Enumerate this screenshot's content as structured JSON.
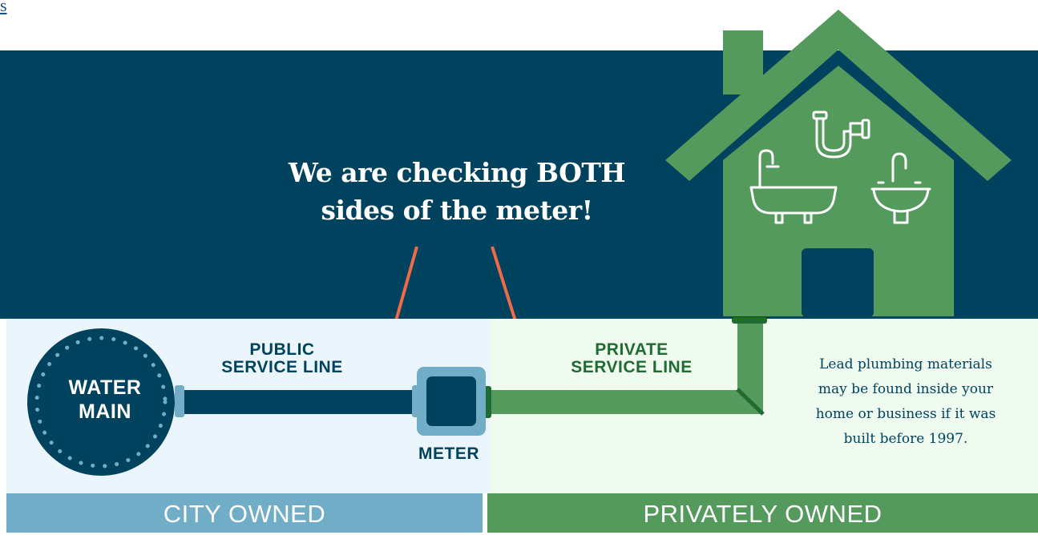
{
  "top_link_fragment": "s",
  "headline": {
    "line1": "We are checking BOTH",
    "line2": "sides of the meter!"
  },
  "water_main": {
    "line1": "WATER",
    "line2": "MAIN"
  },
  "public_line": {
    "line1": "PUBLIC",
    "line2": "SERVICE LINE"
  },
  "private_line": {
    "line1": "PRIVATE",
    "line2": "SERVICE LINE"
  },
  "meter_label": "METER",
  "note": {
    "line1": "Lead plumbing materials",
    "line2": "may be found inside your",
    "line3": "home or business if it was",
    "line4": "built before 1997."
  },
  "ownership": {
    "city": "CITY OWNED",
    "private": "PRIVATELY OWNED"
  },
  "colors": {
    "navy": "#01425e",
    "house_green": "#549a5d",
    "dark_green": "#1f6b32",
    "city_blue": "#71adc7",
    "arrow_orange": "#f06a45"
  },
  "icons": [
    "bathtub-icon",
    "pipe-icon",
    "sink-icon"
  ]
}
